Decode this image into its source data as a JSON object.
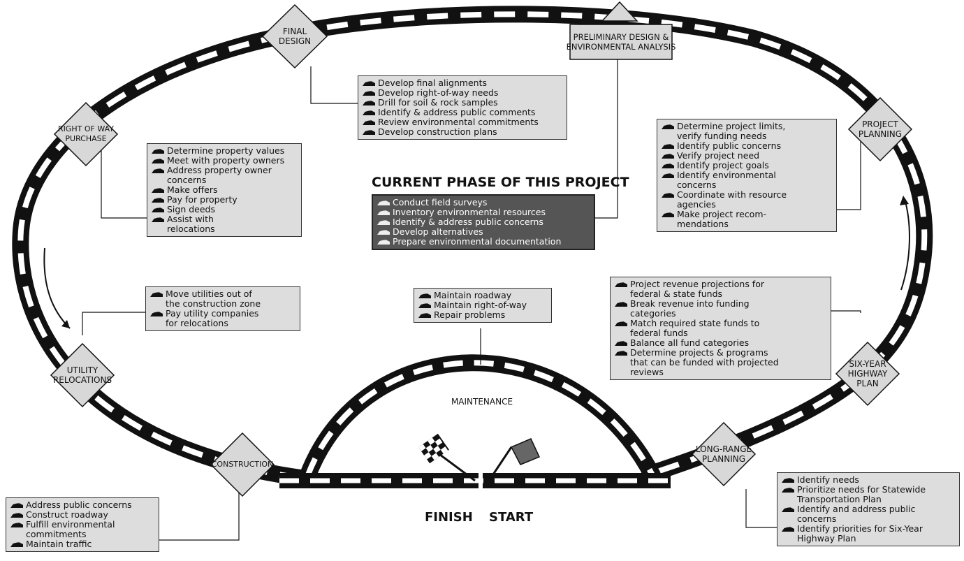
{
  "current_phase_title": "CURRENT PHASE OF THIS PROJECT",
  "maintenance_label": "MAINTENANCE",
  "finish_label": "FINISH",
  "start_label": "START",
  "phases": {
    "final_design": "FINAL\nDESIGN",
    "preliminary": "PRELIMINARY DESIGN &\nENVIRONMENTAL ANALYSIS",
    "project_planning": "PROJECT\nPLANNING",
    "six_year": "SIX-YEAR\nHIGHWAY\nPLAN",
    "long_range": "LONG-RANGE\nPLANNING",
    "construction": "CONSTRUCTION",
    "utility": "UTILITY\nRELOCATIONS",
    "right_of_way": "RIGHT OF WAY\nPURCHASE"
  },
  "lists": {
    "final_design": [
      "Develop final alignments",
      "Develop right-of-way needs",
      "Drill for soil & rock samples",
      "Identify & address public comments",
      "Review environmental commitments",
      "Develop construction plans"
    ],
    "right_of_way": [
      "Determine property values",
      "Meet with property owners",
      "Address property owner\nconcerns",
      "Make offers",
      "Pay for property",
      "Sign deeds",
      "Assist with\nrelocations"
    ],
    "current_phase": [
      "Conduct field surveys",
      "Inventory environmental resources",
      "Identify & address public concerns",
      "Develop alternatives",
      "Prepare environmental documentation"
    ],
    "project_planning": [
      "Determine project limits,\nverify funding needs",
      "Identify public concerns",
      "Verify project need",
      "Identify project goals",
      "Identify environmental\nconcerns",
      "Coordinate with resource\nagencies",
      "Make project recom-\nmendations"
    ],
    "utility": [
      "Move utilities out of\nthe construction zone",
      "Pay utility companies\nfor relocations"
    ],
    "maintenance": [
      "Maintain roadway",
      "Maintain right-of-way",
      "Repair problems"
    ],
    "six_year": [
      "Project revenue projections for\nfederal & state funds",
      "Break revenue into funding\ncategories",
      "Match required state funds to\nfederal funds",
      "Balance all fund categories",
      "Determine projects & programs\nthat can be funded with projected\nreviews"
    ],
    "construction": [
      "Address public concerns",
      "Construct roadway",
      "Fulfill environmental\ncommitments",
      "Maintain traffic"
    ],
    "long_range": [
      "Identify needs",
      "Prioritize needs for Statewide\nTransportation Plan",
      "Identify and address public\nconcerns",
      "Identify priorities for Six-Year\nHighway Plan"
    ]
  }
}
